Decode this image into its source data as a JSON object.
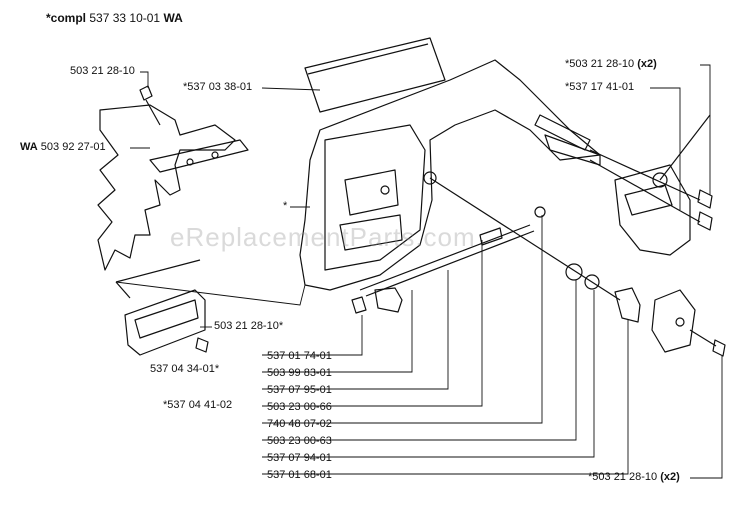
{
  "title": {
    "prefix": "*compl",
    "number": "537 33 10-01",
    "suffix": "WA"
  },
  "watermark": "eReplacementParts.com",
  "labels": {
    "bolt_top_left": "503 21 28-10",
    "wa_prefix": "WA",
    "wa_number": "503 92 27-01",
    "cover_top": "*537 03 38-01",
    "asterisk_mark": "*",
    "right_bolt": "*503 21 28-10",
    "right_bolt_qty": "(x2)",
    "right_part": "*537 17 41-01",
    "lower_left_bolt": "503 21 28-10*",
    "lower_left_part": "537 04 34-01*",
    "left_stack_label": "*537 04 41-02",
    "bottom_right_bolt": "*503 21 28-10",
    "bottom_right_qty": "(x2)"
  },
  "stack": [
    "537 01 74-01",
    "503 99 83-01",
    "537 07 95-01",
    "503 23 00-66",
    "740 48 07-02",
    "503 23 00-63",
    "537 07 94-01",
    "537 01 68-01"
  ]
}
